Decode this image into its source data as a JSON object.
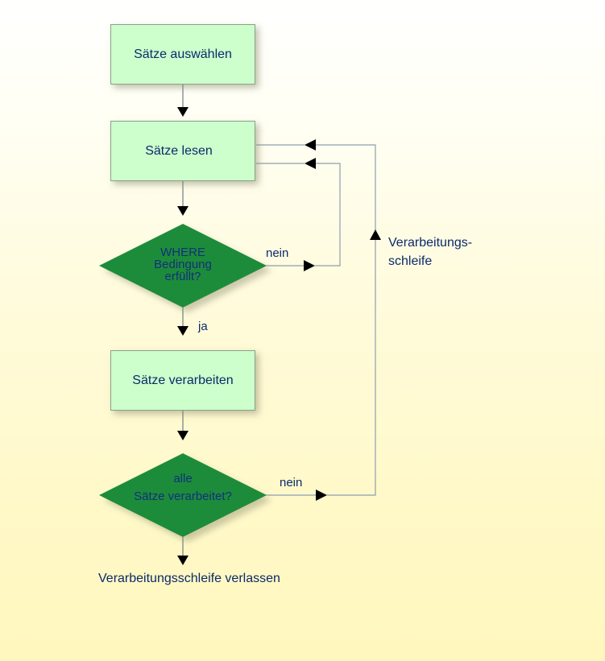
{
  "nodes": {
    "select": "Sätze auswählen",
    "read": "Sätze lesen",
    "where_line1": "WHERE",
    "where_line2": "Bedingung",
    "where_line3": "erfüllt?",
    "process": "Sätze verarbeiten",
    "all_line1": "alle",
    "all_line2": "Sätze verarbeitet?",
    "exit": "Verarbeitungsschleife verlassen"
  },
  "edge_labels": {
    "no_where": "nein",
    "yes_where": "ja",
    "no_all": "nein"
  },
  "loop_label": {
    "line1": "Verarbeitungs-",
    "line2": "schleife"
  },
  "colors": {
    "box_fill": "#ccffcc",
    "diamond_fill": "#1e8c3a",
    "text": "#0b2a6a",
    "line": "#8c9fb0",
    "arrow": "#000000"
  }
}
